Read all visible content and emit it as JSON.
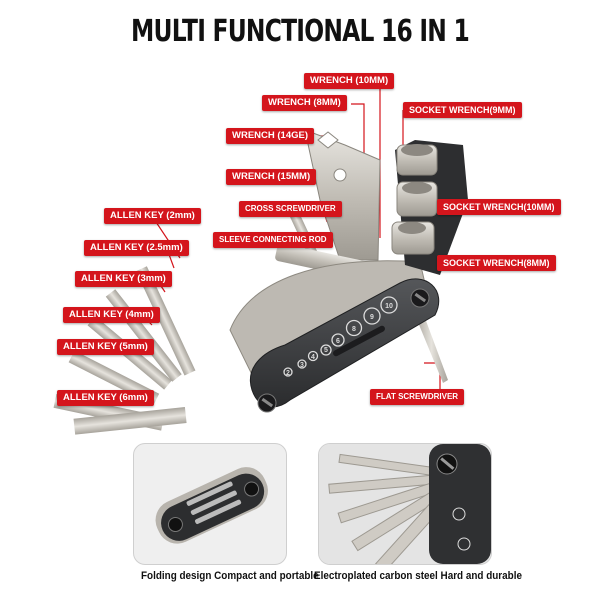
{
  "title": "MULTI FUNCTIONAL 16 IN 1",
  "labels": {
    "wrench_10": "WRENCH    (10MM)",
    "wrench_8": "WRENCH    (8MM)",
    "wrench_14": "WRENCH    (14GE)",
    "wrench_15": "WRENCH    (15MM)",
    "cross_screwdriver": "CROSS SCREWDRIVER",
    "sleeve_rod": "SLEEVE CONNECTING ROD",
    "socket_9": "SOCKET WRENCH(9MM)",
    "socket_10": "SOCKET WRENCH(10MM)",
    "socket_8": "SOCKET WRENCH(8MM)",
    "allen_2": "ALLEN KEY (2mm)",
    "allen_25": "ALLEN KEY (2.5mm)",
    "allen_3": "ALLEN KEY (3mm)",
    "allen_4": "ALLEN KEY (4mm)",
    "allen_5": "ALLEN KEY (5mm)",
    "allen_6": "ALLEN KEY (6mm)",
    "flat_screwdriver": "FLAT SCREWDRIVER"
  },
  "captions": {
    "left": "Folding design Compact and portable",
    "right": "Electroplated carbon steel Hard and durable"
  },
  "colors": {
    "accent": "#d4151c",
    "body": "#3a3a3a",
    "metal": "#c9c6bf"
  }
}
